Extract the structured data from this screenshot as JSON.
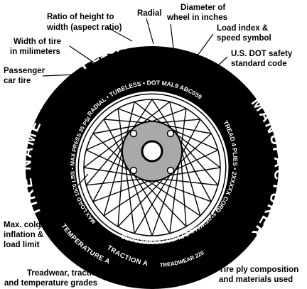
{
  "tire": {
    "code": "P215/65R15 89H",
    "name": "TIRE NAME",
    "manufacturer": "MANUFACTURER",
    "inner_top": "RADIAL • TUBELESS • DOT MAL9 ABC039",
    "inner_right": "TREAD 4 PLIES • 2XXXXX CORD",
    "inner_bottom": "• SIDEWALL 2 PLIES 2XXXXX CORD •",
    "inner_left": "MAX LOAD 1060 LBS • MAX PRESS 35 PSI",
    "left_lower": "TEMPERATURE A",
    "bottom_left": "TRACTION A",
    "bottom_right": "TREADWEAR 220"
  },
  "callouts": {
    "aspect_ratio": [
      "Ratio of height to",
      "width (aspect ratio)"
    ],
    "radial": [
      "Radial"
    ],
    "diameter": [
      "Diameter of",
      "wheel in inches"
    ],
    "width": [
      "Width of tire",
      "in milimeters"
    ],
    "load_speed": [
      "Load index &",
      "speed symbol"
    ],
    "passenger": [
      "Passenger",
      "car tire"
    ],
    "dot": [
      "U.S. DOT safety",
      "standard code"
    ],
    "cold_inflation": [
      "Max. cold",
      "inflation &",
      "load limit"
    ],
    "ply": [
      "Tire ply composition",
      "and materials used"
    ],
    "treadwear": [
      "Treadwear, traction",
      "and temperature grades"
    ]
  },
  "colors": {
    "tire": "#000000",
    "sidewall_text": "#ffffff",
    "spokes_bg": "#ffffff",
    "hub": "#a9a9a9",
    "lug": "#ffffff"
  }
}
